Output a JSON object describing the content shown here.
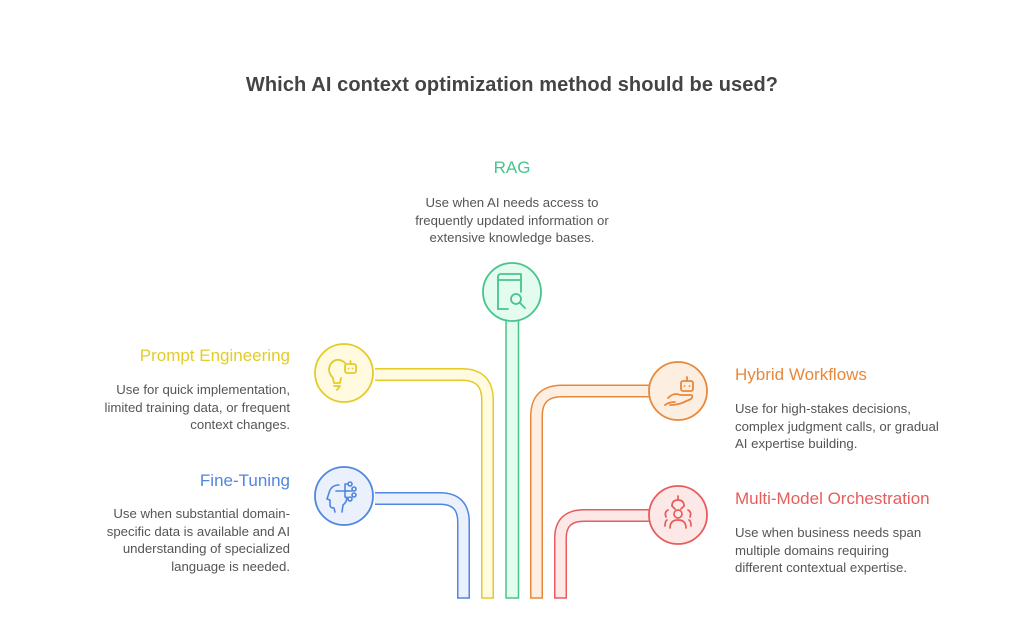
{
  "title": "Which AI context optimization method should be used?",
  "colors": {
    "rag": "#46c58a",
    "prompt": "#e3cc28",
    "fine_tuning": "#4f86e0",
    "hybrid": "#e8883a",
    "multi_model": "#e85c5c",
    "text": "#555555",
    "title": "#444444"
  },
  "methods": {
    "rag": {
      "label": "RAG",
      "description": "Use when AI needs access to frequently updated information or extensive knowledge bases.",
      "lines": [
        "Use when AI needs access to",
        "frequently updated information or",
        "extensive knowledge bases."
      ],
      "icon": "book-search-icon"
    },
    "prompt": {
      "label": "Prompt Engineering",
      "description": "Use for quick implementation, limited training data, or frequent context changes.",
      "lines": [
        "Use for quick implementation,",
        "limited training data, or frequent",
        "context changes."
      ],
      "icon": "lightbulb-robot-icon"
    },
    "fine_tuning": {
      "label": "Fine-Tuning",
      "description": "Use when substantial domain-specific data is available and AI understanding of specialized language is needed.",
      "lines": [
        "Use when substantial domain-",
        "specific data is available and AI",
        "understanding of specialized",
        "language is needed."
      ],
      "icon": "head-network-icon"
    },
    "hybrid": {
      "label": "Hybrid Workflows",
      "description": "Use for high-stakes decisions, complex judgment calls, or gradual AI expertise building.",
      "lines": [
        "Use for high-stakes decisions,",
        "complex judgment calls, or gradual",
        "AI expertise building."
      ],
      "icon": "hand-robot-icon"
    },
    "multi_model": {
      "label": "Multi-Model Orchestration",
      "description": "Use when business needs span multiple domains requiring different contextual expertise.",
      "lines": [
        "Use when business needs span",
        "multiple domains requiring",
        "different contextual expertise."
      ],
      "icon": "team-orchestration-icon"
    }
  }
}
